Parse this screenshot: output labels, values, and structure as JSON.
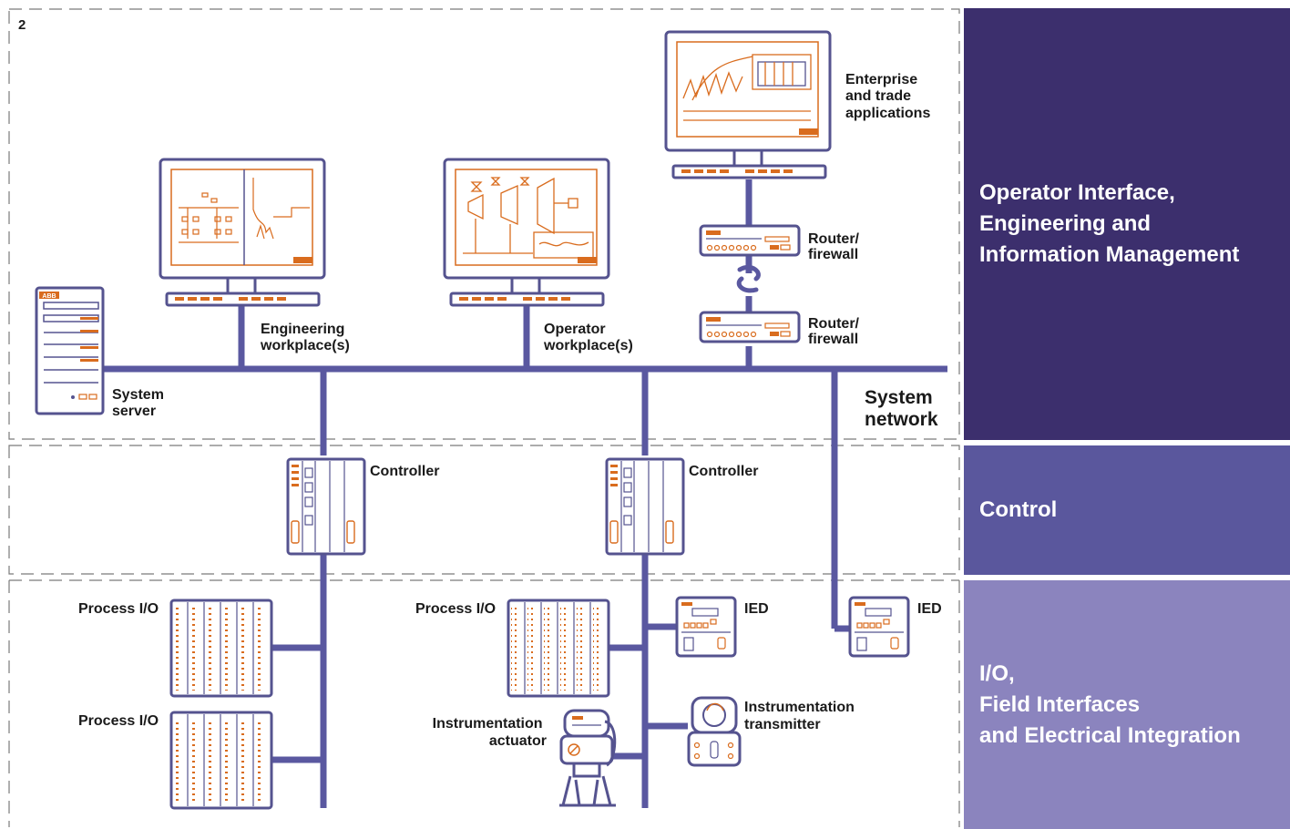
{
  "figure": {
    "number": "2"
  },
  "colors": {
    "network_line": "#5a58a0",
    "device_outline": "#55538f",
    "accent": "#d96c1e",
    "tier_operator": "#3c2f6d",
    "tier_control": "#5a579d",
    "tier_io": "#8b84be",
    "dashed_border": "#7a7a7a"
  },
  "tiers": {
    "operator": {
      "label": "Operator Interface,\nEngineering and\nInformation Management"
    },
    "control": {
      "label": "Control"
    },
    "io": {
      "label": "I/O,\nField Interfaces\nand Electrical Integration"
    }
  },
  "labels": {
    "enterprise": [
      "Enterprise",
      "and trade",
      "applications"
    ],
    "router_top": [
      "Router/",
      "firewall"
    ],
    "router_bottom": [
      "Router/",
      "firewall"
    ],
    "engineering": [
      "Engineering",
      "workplace(s)"
    ],
    "operator_wp": [
      "Operator",
      "workplace(s)"
    ],
    "system_server": [
      "System",
      "server"
    ],
    "system_network": [
      "System",
      "network"
    ],
    "controller_1": "Controller",
    "controller_2": "Controller",
    "process_io_1": "Process I/O",
    "process_io_2": "Process I/O",
    "process_io_3": "Process I/O",
    "ied_1": "IED",
    "ied_2": "IED",
    "actuator": [
      "Instrumentation",
      "actuator"
    ],
    "transmitter": [
      "Instrumentation",
      "transmitter"
    ]
  },
  "device_brand": "ABB"
}
